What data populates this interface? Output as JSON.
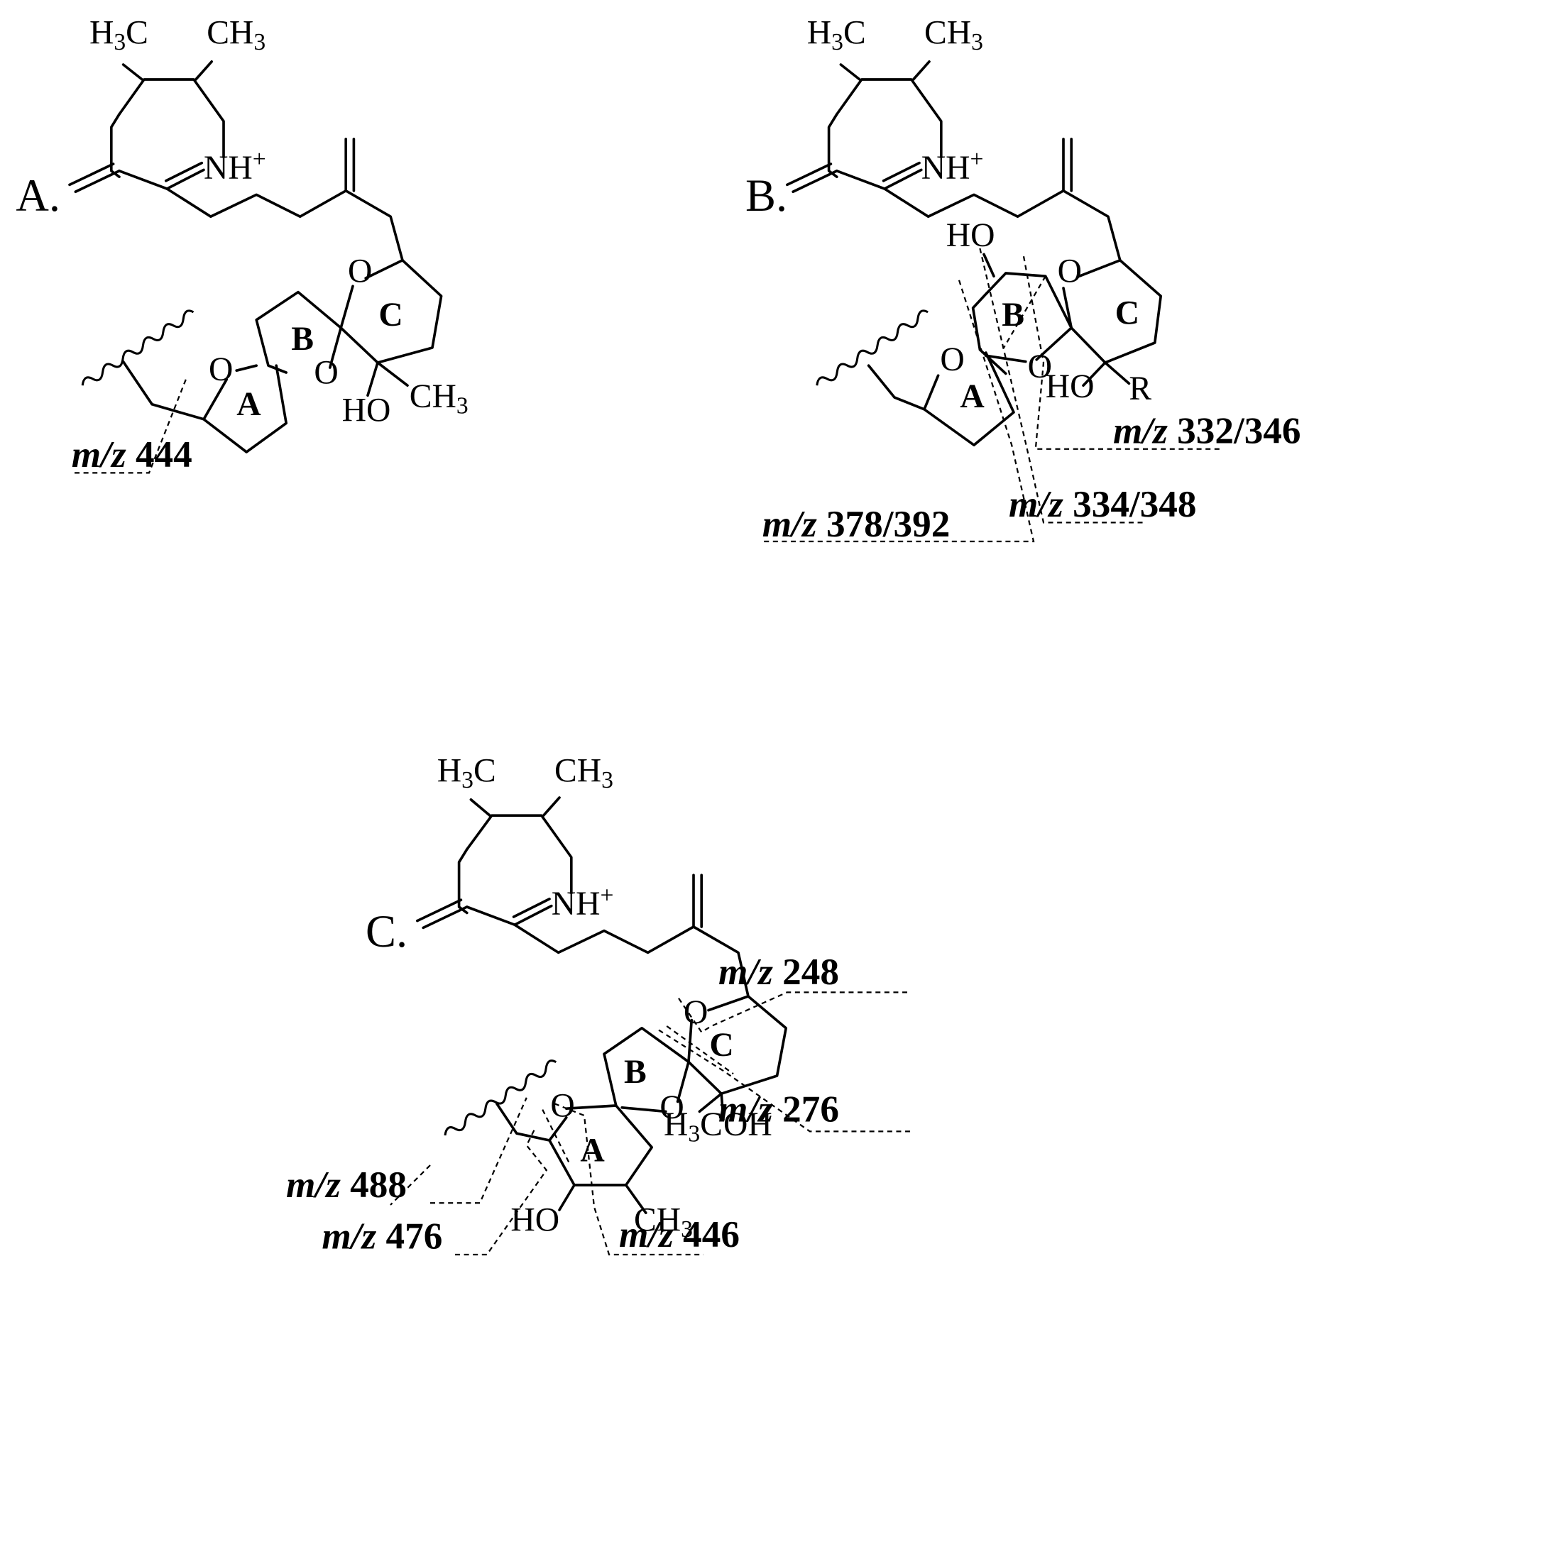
{
  "panels": [
    {
      "label": "A.",
      "rings": [
        "A",
        "B",
        "C"
      ],
      "atoms": {
        "h3c": "H",
        "h3c_sub": "3",
        "h3c_c": "C",
        "ch3": "CH",
        "ch3_sub": "3",
        "nh": "NH",
        "nh_sup": "+",
        "o1": "O",
        "o2": "O",
        "o3": "O",
        "ho": "HO",
        "ch3b": "CH",
        "ch3b_sub": "3"
      },
      "fragments": [
        {
          "prefix": "m/z",
          "value": "444"
        }
      ]
    },
    {
      "label": "B.",
      "rings": [
        "A",
        "B",
        "C"
      ],
      "atoms": {
        "h3c": "H",
        "h3c_sub": "3",
        "h3c_c": "C",
        "ch3": "CH",
        "ch3_sub": "3",
        "nh": "NH",
        "nh_sup": "+",
        "ho_top": "HO",
        "o1": "O",
        "o2": "O",
        "o3": "O",
        "ho": "HO",
        "r": "R"
      },
      "fragments": [
        {
          "prefix": "m/z",
          "value": "332/346"
        },
        {
          "prefix": "m/z",
          "value": "334/348"
        },
        {
          "prefix": "m/z",
          "value": "378/392"
        }
      ]
    },
    {
      "label": "C.",
      "rings": [
        "A",
        "B",
        "C"
      ],
      "atoms": {
        "h3c": "H",
        "h3c_sub": "3",
        "h3c_c": "C",
        "ch3": "CH",
        "ch3_sub": "3",
        "nh": "NH",
        "nh_sup": "+",
        "o1": "O",
        "o2": "O",
        "o3": "O",
        "h3c2": "H",
        "h3c2_sub": "3",
        "h3c2_c": "C",
        "oh": "OH",
        "ho": "HO",
        "ch3b": "CH",
        "ch3b_sub": "3"
      },
      "fragments": [
        {
          "prefix": "m/z",
          "value": "248"
        },
        {
          "prefix": "m/z",
          "value": "276"
        },
        {
          "prefix": "m/z",
          "value": "488"
        },
        {
          "prefix": "m/z",
          "value": "476"
        },
        {
          "prefix": "m/z",
          "value": "446"
        }
      ]
    }
  ]
}
